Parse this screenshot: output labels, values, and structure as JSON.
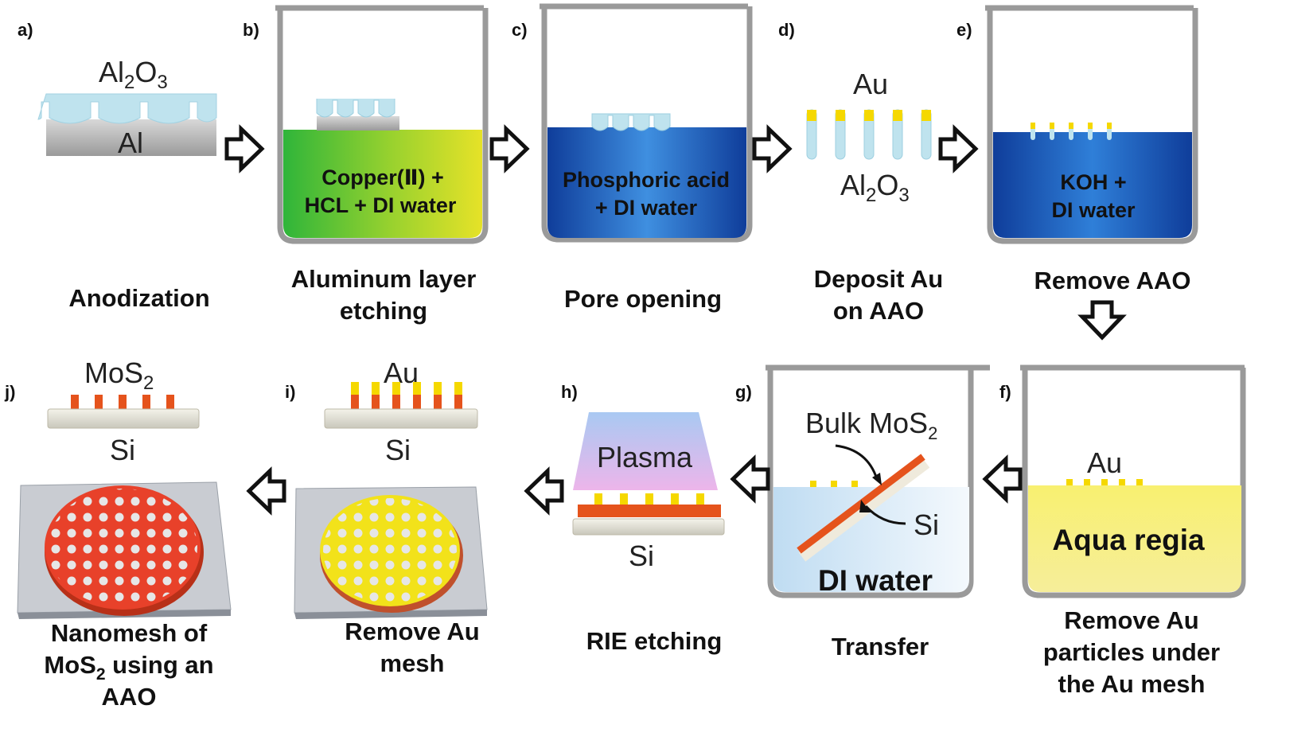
{
  "panels": {
    "a": {
      "label": "a)",
      "caption": [
        "Anodization"
      ],
      "top": "Al",
      "top_sub": "2",
      "top_tail": "O",
      "top_sub2": "3",
      "base": "Al"
    },
    "b": {
      "label": "b)",
      "caption": [
        "Aluminum layer",
        "etching"
      ],
      "solution": [
        "Copper(Ⅱ) +",
        "HCL + DI water"
      ]
    },
    "c": {
      "label": "c)",
      "caption": [
        "Pore opening"
      ],
      "solution": [
        "Phosphoric acid",
        "+ DI water"
      ]
    },
    "d": {
      "label": "d)",
      "caption": [
        "Deposit Au",
        "on AAO"
      ],
      "top": "Au",
      "bottom": "Al",
      "bottom_sub": "2",
      "bottom_tail": "O",
      "bottom_sub2": "3"
    },
    "e": {
      "label": "e)",
      "caption": [
        "Remove AAO"
      ],
      "solution": [
        "KOH +",
        "DI water"
      ]
    },
    "f": {
      "label": "f)",
      "caption": [
        "Remove Au",
        "particles under",
        "the Au mesh"
      ],
      "particle_label": "Au",
      "solution": "Aqua regia"
    },
    "g": {
      "label": "g)",
      "caption": [
        "Transfer"
      ],
      "bulk": "Bulk MoS",
      "bulk_sub": "2",
      "si": "Si",
      "solution": "DI water"
    },
    "h": {
      "label": "h)",
      "caption": [
        "RIE etching"
      ],
      "plasma": "Plasma",
      "si": "Si"
    },
    "i": {
      "label": "i)",
      "caption": [
        "Remove Au",
        "mesh"
      ],
      "top": "Au",
      "si": "Si"
    },
    "j": {
      "label": "j)",
      "caption_l1": "Nanomesh of",
      "caption_l2a": "MoS",
      "caption_l2sub": "2",
      "caption_l2b": " using an",
      "caption_l3": "AAO",
      "top": "MoS",
      "top_sub": "2",
      "si": "Si"
    }
  },
  "colors": {
    "alumina": "#bfe3ee",
    "aluminum": "#b5b5b5",
    "gold": "#f5d800",
    "mos2": "#e5531c",
    "acid_blue": "#1b4fb0",
    "etch_green": "#3cb93a",
    "etch_yellow": "#dfe02a",
    "aqua_regia": "#f3e85a",
    "plasma_top": "#a8c8f0",
    "plasma_bottom": "#e9b3e9"
  }
}
